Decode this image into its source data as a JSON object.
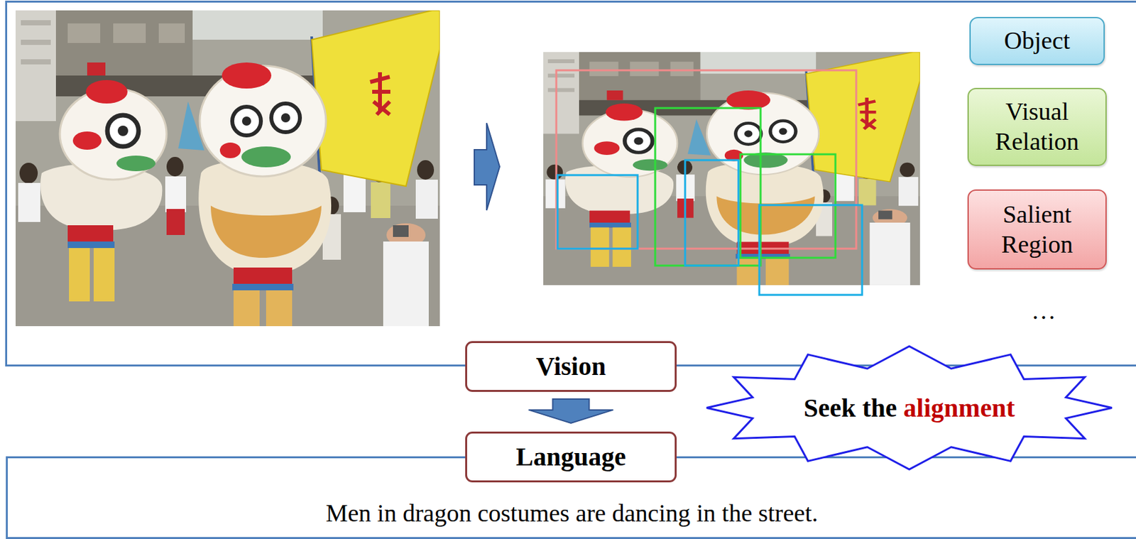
{
  "diagram": {
    "nodes": [
      {
        "text": [
          "Object"
        ]
      },
      {
        "text": [
          "Visual Relation"
        ]
      },
      {
        "text": [
          "Salient Region"
        ]
      },
      {
        "text": [
          "Vision"
        ]
      },
      {
        "text": [
          "Seek the",
          "alignment"
        ]
      },
      {
        "text": [
          "Language"
        ]
      },
      {
        "text": [
          "Men in dragon costumes are dancing in the street."
        ]
      }
    ],
    "edges": [
      {
        "from": 3,
        "to": 5,
        "arrow": "to"
      }
    ],
    "labels": [
      "…"
    ]
  }
}
